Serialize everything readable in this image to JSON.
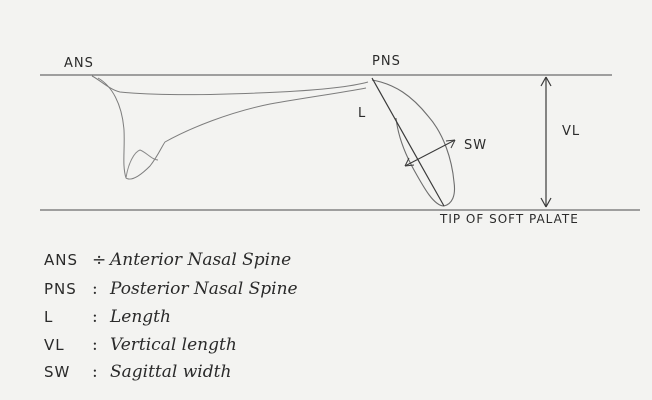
{
  "diagram": {
    "labels": {
      "ans": "ANS",
      "pns": "PNS",
      "length": "L",
      "sagittal_width": "SW",
      "vertical_length": "VL",
      "tip": "TIP OF SOFT PALATE"
    }
  },
  "legend": [
    {
      "abbr": "ANS",
      "sep": "÷",
      "text": "Anterior Nasal Spine"
    },
    {
      "abbr": "PNS",
      "sep": ":",
      "text": "Posterior Nasal Spine"
    },
    {
      "abbr": "L",
      "sep": ":",
      "text": "Length"
    },
    {
      "abbr": "VL",
      "sep": ":",
      "text": "Vertical length"
    },
    {
      "abbr": "SW",
      "sep": ":",
      "text": "Sagittal width"
    }
  ],
  "colors": {
    "paper": "#f3f3f1",
    "ink": "#2b2b2b",
    "pencil": "#7a7a7a"
  }
}
